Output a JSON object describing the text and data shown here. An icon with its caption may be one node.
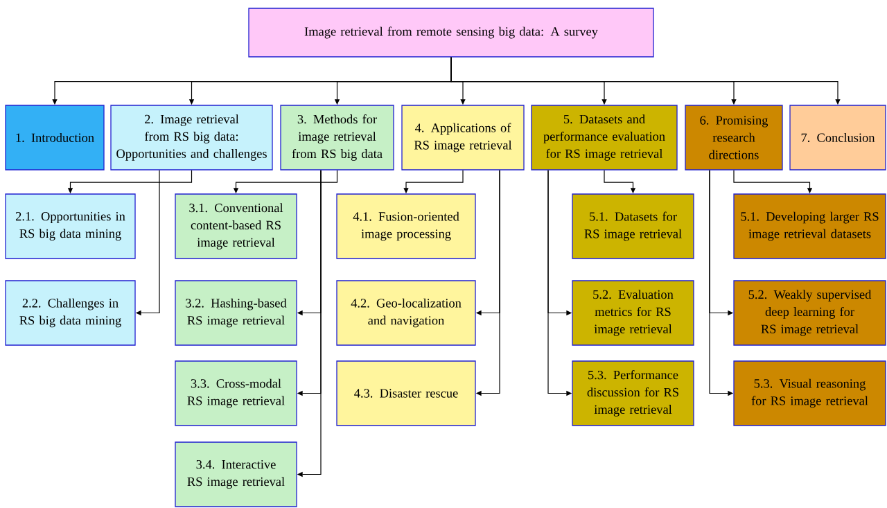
{
  "diagram": {
    "nodes": [
      {
        "text": [
          "Image retrieval from remote sensing big data: A survey"
        ]
      },
      {
        "text": [
          "1. Introduction"
        ]
      },
      {
        "text": [
          "2. Image retrieval from RS big data: Opportunities and challenges"
        ]
      },
      {
        "text": [
          "3. Methods for image retrieval from RS big data"
        ]
      },
      {
        "text": [
          "4. Applications of RS image retrieval"
        ]
      },
      {
        "text": [
          "5. Datasets and performance evaluation for RS image retrieval"
        ]
      },
      {
        "text": [
          "6. Promising research directions"
        ]
      },
      {
        "text": [
          "7. Conclusion"
        ]
      },
      {
        "text": [
          "2.1. Opportunities in RS big data mining"
        ]
      },
      {
        "text": [
          "2.2. Challenges in RS big data mining"
        ]
      },
      {
        "text": [
          "3.1. Conventional content-based RS image retrieval"
        ]
      },
      {
        "text": [
          "3.2. Hashing-based RS image retrieval"
        ]
      },
      {
        "text": [
          "3.3. Cross-modal RS image retrieval"
        ]
      },
      {
        "text": [
          "3.4. Interactive RS image retrieval"
        ]
      },
      {
        "text": [
          "4.1. Fusion-oriented image processing"
        ]
      },
      {
        "text": [
          "4.2. Geo-localization and navigation"
        ]
      },
      {
        "text": [
          "4.3. Disaster rescue"
        ]
      },
      {
        "text": [
          "5.1. Datasets for RS image retrieval"
        ]
      },
      {
        "text": [
          "5.2. Evaluation metrics for RS image retrieval"
        ]
      },
      {
        "text": [
          "5.3. Performance discussion for RS image retrieval"
        ]
      },
      {
        "text": [
          "5.1. Developing larger RS image retrieval datasets"
        ]
      },
      {
        "text": [
          "5.2. Weakly supervised deep learning for RS image retrieval"
        ]
      },
      {
        "text": [
          "5.3. Visual reasoning for RS image retrieval"
        ]
      }
    ],
    "edges": [
      {
        "from": 0,
        "to": 1,
        "arrow": "to"
      },
      {
        "from": 0,
        "to": 2,
        "arrow": "to"
      },
      {
        "from": 0,
        "to": 3,
        "arrow": "to"
      },
      {
        "from": 0,
        "to": 4,
        "arrow": "to"
      },
      {
        "from": 0,
        "to": 5,
        "arrow": "to"
      },
      {
        "from": 0,
        "to": 6,
        "arrow": "to"
      },
      {
        "from": 0,
        "to": 7,
        "arrow": "to"
      },
      {
        "from": 2,
        "to": 8,
        "arrow": "to"
      },
      {
        "from": 2,
        "to": 9,
        "arrow": "to"
      },
      {
        "from": 3,
        "to": 10,
        "arrow": "to"
      },
      {
        "from": 3,
        "to": 11,
        "arrow": "to"
      },
      {
        "from": 3,
        "to": 12,
        "arrow": "to"
      },
      {
        "from": 3,
        "to": 13,
        "arrow": "to"
      },
      {
        "from": 4,
        "to": 14,
        "arrow": "to"
      },
      {
        "from": 4,
        "to": 15,
        "arrow": "to"
      },
      {
        "from": 4,
        "to": 16,
        "arrow": "to"
      },
      {
        "from": 5,
        "to": 17,
        "arrow": "to"
      },
      {
        "from": 5,
        "to": 18,
        "arrow": "to"
      },
      {
        "from": 5,
        "to": 19,
        "arrow": "to"
      },
      {
        "from": 6,
        "to": 20,
        "arrow": "to"
      },
      {
        "from": 6,
        "to": 21,
        "arrow": "to"
      },
      {
        "from": 6,
        "to": 22,
        "arrow": "to"
      }
    ]
  }
}
